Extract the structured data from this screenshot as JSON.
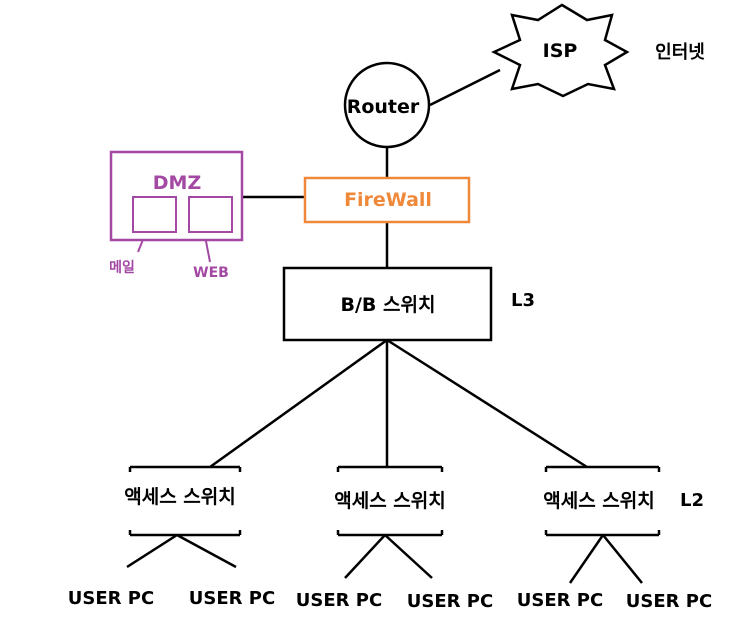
{
  "nodes": {
    "isp": "ISP",
    "internet": "인터넷",
    "router": "Router",
    "firewall": "FireWall",
    "dmz": "DMZ",
    "mail": "메일",
    "web": "WEB",
    "backbone": "B/B 스위치",
    "l3": "L3",
    "access1": "액세스 스위치",
    "access2": "액세스 스위치",
    "access3": "액세스 스위치",
    "l2": "L2",
    "pc1": "USER PC",
    "pc2": "USER PC",
    "pc3": "USER PC",
    "pc4": "USER PC",
    "pc5": "USER PC",
    "pc6": "USER PC"
  },
  "colors": {
    "dmz": "#a349a4",
    "firewall": "#f0883a",
    "line": "#000000"
  }
}
